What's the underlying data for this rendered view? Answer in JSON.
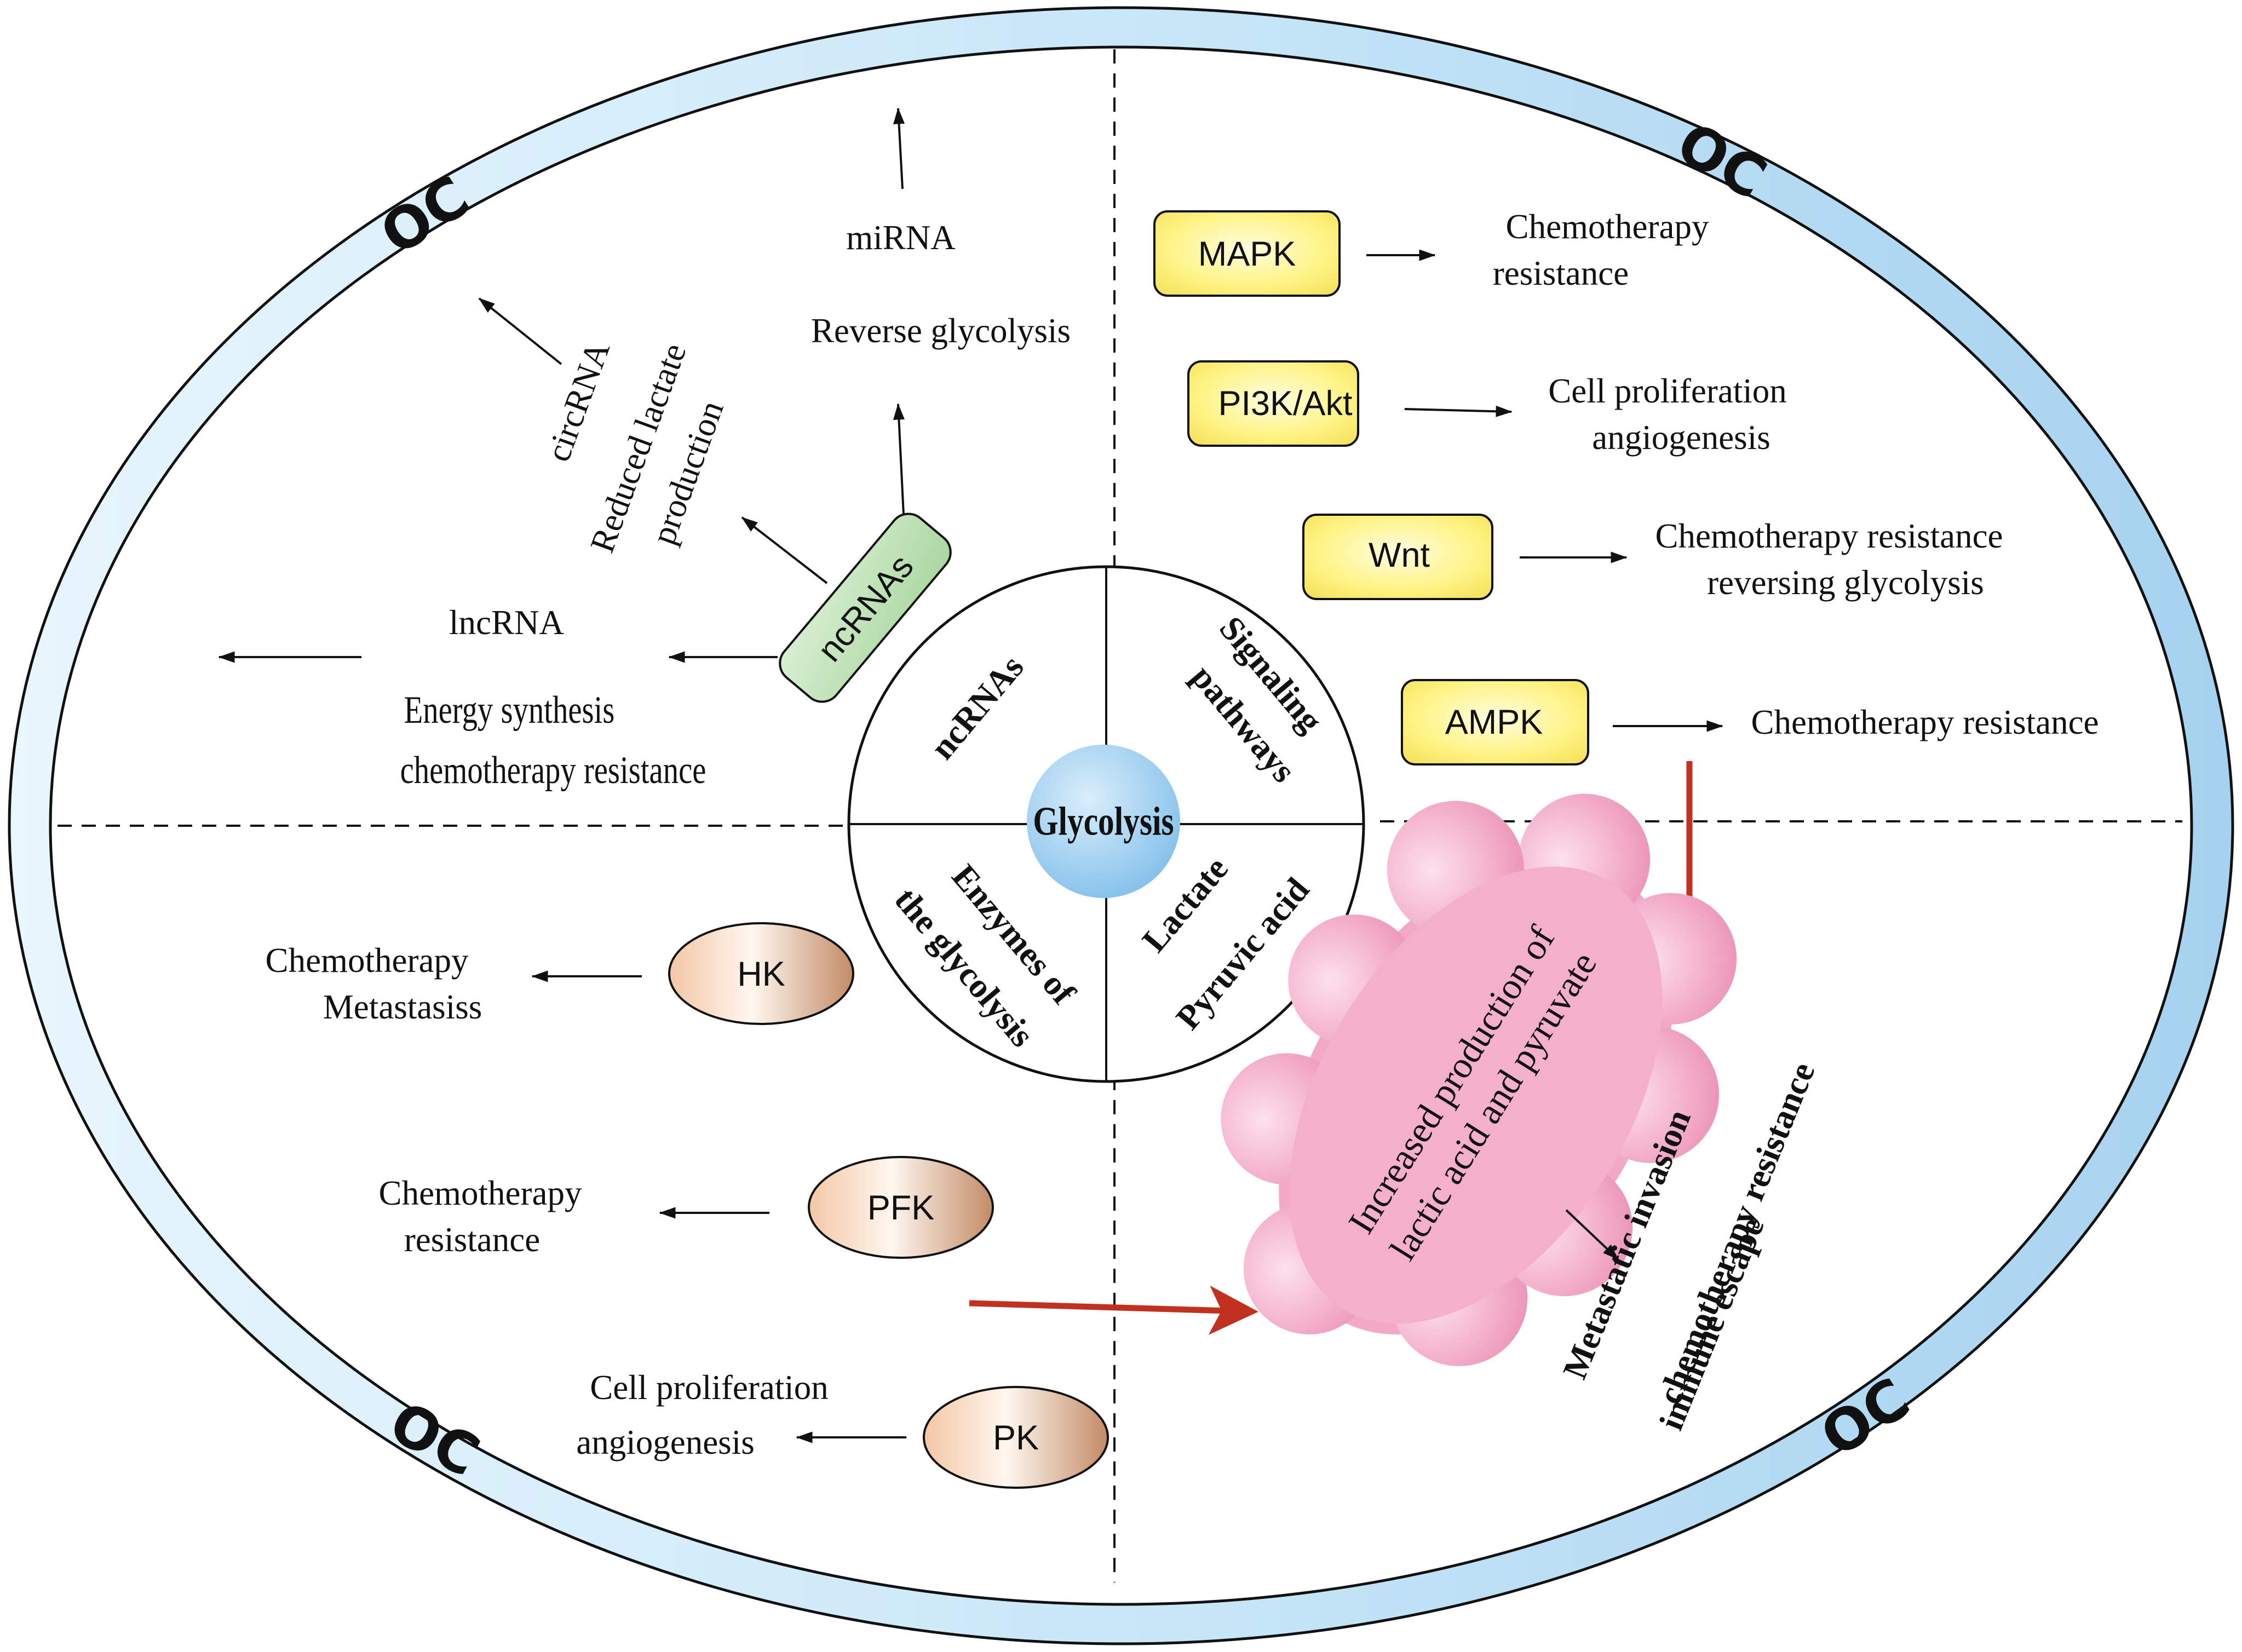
{
  "cell_label": "OC",
  "center": {
    "label": "Glycolysis"
  },
  "quadrant_labels": {
    "ncrnas": "ncRNAs",
    "signaling_line1": "Signaling",
    "signaling_line2": "pathways",
    "enzymes_line1": "Enzymes of",
    "enzymes_line2": "the glycolysis",
    "lactate": "Lactate",
    "pyruvic": "Pyruvic acid"
  },
  "ncrnas_panel": {
    "hub": "ncRNAs",
    "mirna": "miRNA",
    "mirna_effect": "Reverse glycolysis",
    "circrna": "circRNA",
    "circrna_effect_line1": "Reduced lactate",
    "circrna_effect_line2": "production",
    "lncrna": "lncRNA",
    "lncrna_effect_line1": "Energy synthesis",
    "lncrna_effect_line2": "chemotherapy resistance"
  },
  "pathways": [
    {
      "name": "MAPK",
      "effect_line1": "Chemotherapy",
      "effect_line2": "resistance"
    },
    {
      "name": "PI3K/Akt",
      "effect_line1": "Cell proliferation",
      "effect_line2": "angiogenesis"
    },
    {
      "name": "Wnt",
      "effect_line1": "Chemotherapy resistance",
      "effect_line2": "reversing glycolysis"
    },
    {
      "name": "AMPK",
      "effect_line1": "Chemotherapy resistance",
      "effect_line2": ""
    }
  ],
  "enzymes": [
    {
      "name": "HK",
      "effect_line1": "Chemotherapy",
      "effect_line2": "Metastasiss"
    },
    {
      "name": "PFK",
      "effect_line1": "Chemotherapy",
      "effect_line2": "resistance"
    },
    {
      "name": "PK",
      "effect_line1": "Cell proliferation",
      "effect_line2": "angiogenesis"
    }
  ],
  "outcome": {
    "cloud_line1": "Increased production of",
    "cloud_line2": "lactic acid and pyruvate",
    "result_line1": "Metastatic invasion",
    "result_line2": "chemotherapy resistance",
    "result_line3": "immune escape"
  },
  "colors": {
    "membrane_light": "#e6f5fd",
    "membrane_dark": "#a8d4f0",
    "pathway_box": "#fff47a",
    "ncrna_box": "#bfe2b8",
    "enzyme_light": "#fff4ea",
    "enzyme_dark": "#c9906b",
    "glycolysis": "#8cc7ef",
    "cloud": "#f2a6c4",
    "red_arrow": "#c0311f"
  }
}
